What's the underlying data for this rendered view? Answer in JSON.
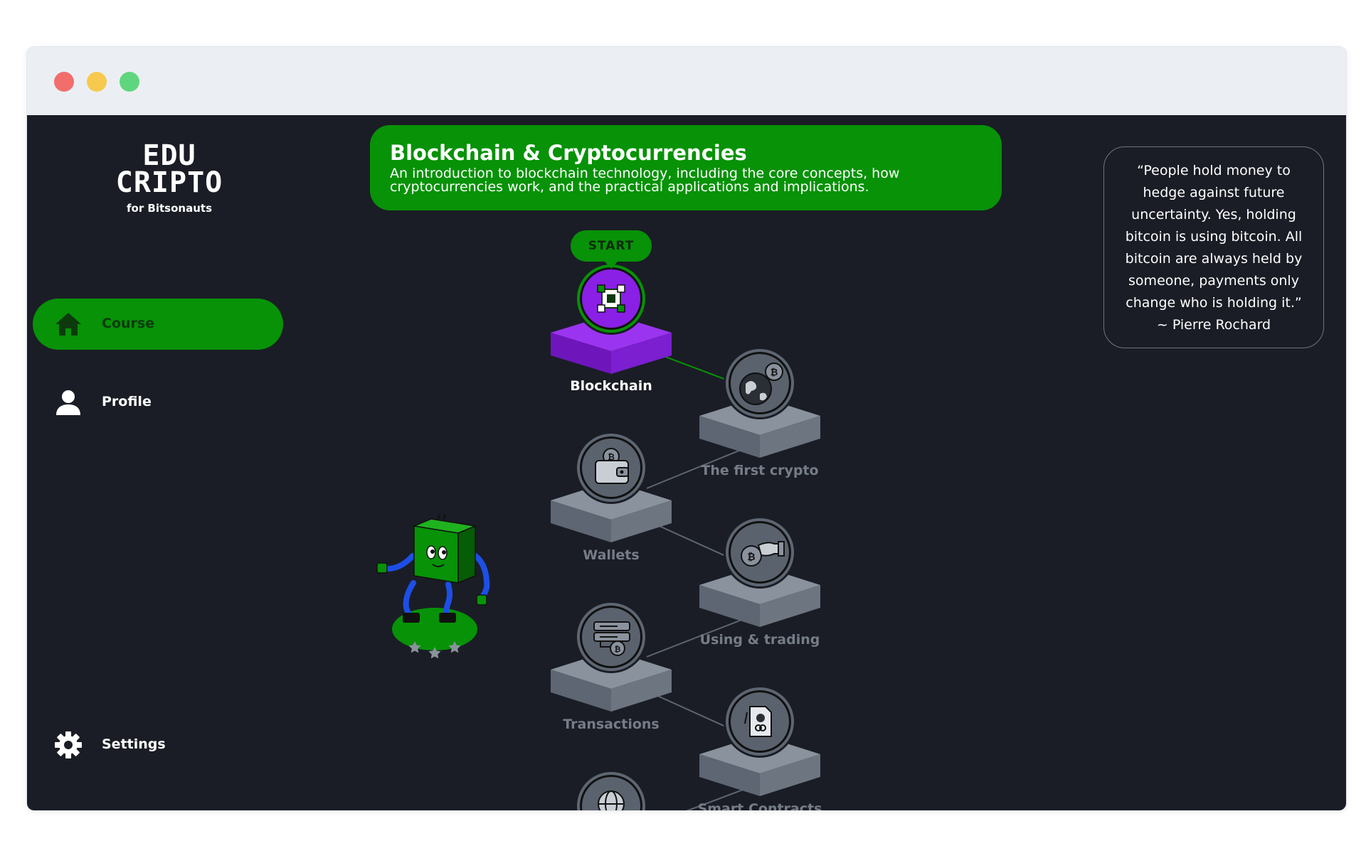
{
  "window": {
    "controls": [
      "close",
      "minimize",
      "maximize"
    ]
  },
  "logo": {
    "line1": "EDU",
    "line2": "CRIPTO",
    "line3": "for Bitsonauts"
  },
  "sidebar": {
    "items": [
      {
        "label": "Course",
        "icon": "home-icon",
        "active": true
      },
      {
        "label": "Profile",
        "icon": "user-icon",
        "active": false
      },
      {
        "label": "Settings",
        "icon": "gear-icon",
        "active": false
      }
    ]
  },
  "banner": {
    "title": "Blockchain & Cryptocurrencies",
    "desc_line1": "An introduction to blockchain technology, including the core concepts, how",
    "desc_line2": "cryptocurrencies work, and the practical applications and implications."
  },
  "quote": {
    "text": "“People hold money to hedge against future uncertainty. Yes, holding bitcoin is using bitcoin. All bitcoin are always held by someone, payments only change who is holding it.”",
    "author": "~ Pierre Rochard"
  },
  "path": {
    "start_label": "START",
    "nodes": [
      {
        "label": "Blockchain",
        "status": "current",
        "icon": "blockchain-cube-icon"
      },
      {
        "label": "The first crypto",
        "status": "locked",
        "icon": "globe-bitcoin-icon"
      },
      {
        "label": "Wallets",
        "status": "locked",
        "icon": "wallet-icon"
      },
      {
        "label": "Using & trading",
        "status": "locked",
        "icon": "hand-coin-icon"
      },
      {
        "label": "Transactions",
        "status": "locked",
        "icon": "server-coin-icon"
      },
      {
        "label": "Smart Contracts",
        "status": "locked",
        "icon": "contract-document-icon"
      },
      {
        "label": "",
        "status": "locked",
        "icon": "web-globe-icon"
      }
    ]
  },
  "mascot": {
    "stars": 3,
    "filled_stars": 0
  },
  "colors": {
    "accent": "#079207",
    "background": "#1a1d25",
    "current_node": "#8a1fe6",
    "locked_node": "#5d6672",
    "locked_text": "#767d88"
  }
}
